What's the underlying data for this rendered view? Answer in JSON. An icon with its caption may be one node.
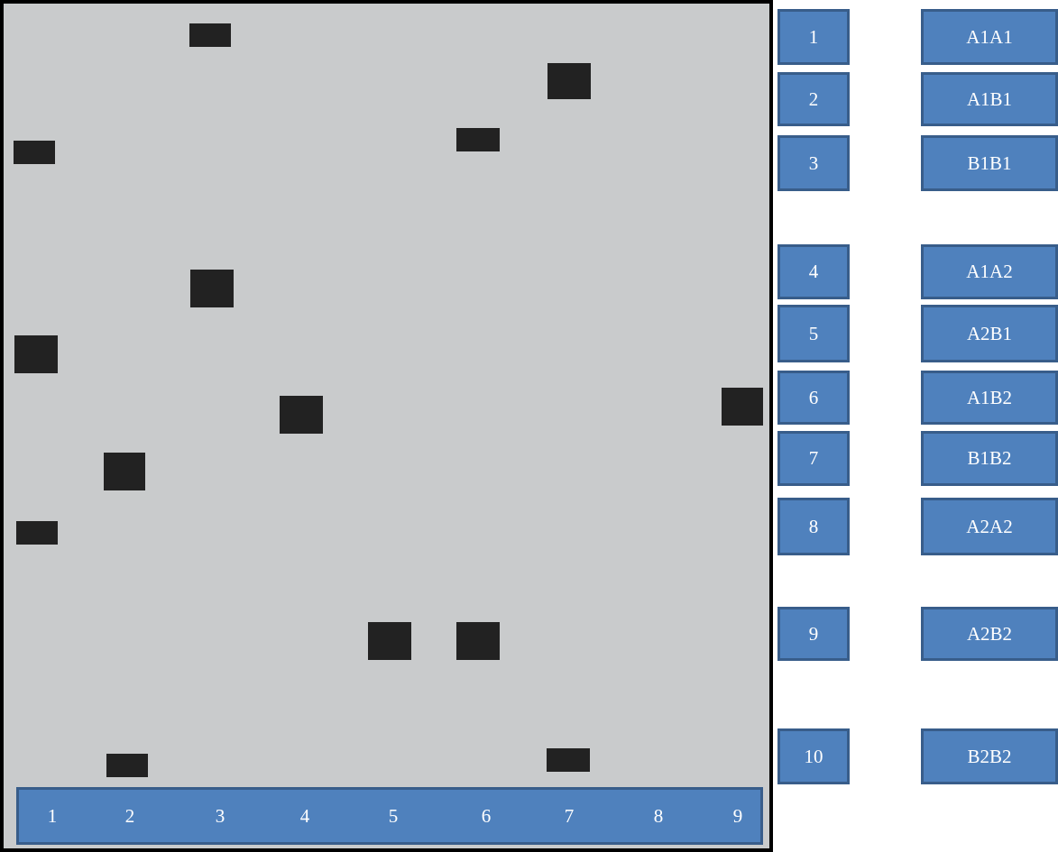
{
  "diagram": {
    "nodes": [
      {
        "text": [
          "1"
        ]
      },
      {
        "text": [
          "A1A1"
        ]
      },
      {
        "text": [
          "2"
        ]
      },
      {
        "text": [
          "A1B1"
        ]
      },
      {
        "text": [
          "3"
        ]
      },
      {
        "text": [
          "B1B1"
        ]
      },
      {
        "text": [
          "4"
        ]
      },
      {
        "text": [
          "A1A2"
        ]
      },
      {
        "text": [
          "5"
        ]
      },
      {
        "text": [
          "A2B1"
        ]
      },
      {
        "text": [
          "6"
        ]
      },
      {
        "text": [
          "A1B2"
        ]
      },
      {
        "text": [
          "7"
        ]
      },
      {
        "text": [
          "B1B2"
        ]
      },
      {
        "text": [
          "8"
        ]
      },
      {
        "text": [
          "A2A2"
        ]
      },
      {
        "text": [
          "9"
        ]
      },
      {
        "text": [
          "A2B2"
        ]
      },
      {
        "text": [
          "10"
        ]
      },
      {
        "text": [
          "B2B2"
        ]
      },
      {
        "text": [
          "1",
          "2",
          "3",
          "4",
          "5",
          "6",
          "7",
          "8",
          "9"
        ]
      }
    ],
    "edges": []
  }
}
